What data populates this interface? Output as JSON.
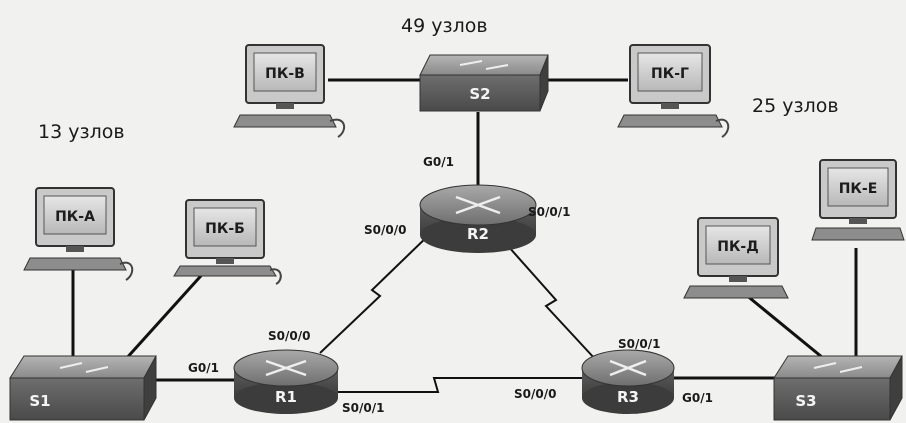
{
  "counts": {
    "lan_r2": "49 узлов",
    "lan_r3": "25 узлов",
    "lan_r1": "13 узлов"
  },
  "devices": {
    "pc_a": "ПК-А",
    "pc_b": "ПК-Б",
    "pc_v": "ПК-В",
    "pc_g": "ПК-Г",
    "pc_d": "ПК-Д",
    "pc_e": "ПК-Е",
    "s1": "S1",
    "s2": "S2",
    "s3": "S3",
    "r1": "R1",
    "r2": "R2",
    "r3": "R3"
  },
  "ports": {
    "r1_g01": "G0/1",
    "r1_s000": "S0/0/0",
    "r1_s001": "S0/0/1",
    "r2_g01": "G0/1",
    "r2_s000": "S0/0/0",
    "r2_s001": "S0/0/1",
    "r3_s001": "S0/0/1",
    "r3_s000": "S0/0/0",
    "r3_g01": "G0/1"
  }
}
